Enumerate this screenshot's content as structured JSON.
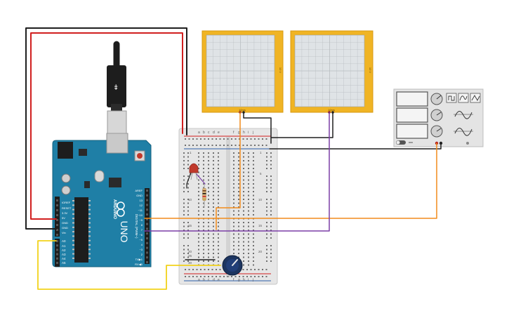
{
  "arduino": {
    "brand": "ARDUINO",
    "model": "UNO",
    "digital_header": "DIGITAL (PWM~)",
    "right_pins": [
      "AREF",
      "GND",
      "13",
      "12",
      "~11",
      "~10",
      "~9",
      "8",
      "7",
      "~6",
      "~5",
      "4",
      "~3",
      "2",
      "TX▶1",
      "RX◀0"
    ],
    "power_pins": [
      "IOREF",
      "RESET",
      "3.3V",
      "5V",
      "GND",
      "GND",
      "Vin"
    ],
    "analog_pins": [
      "A0",
      "A1",
      "A2",
      "A3",
      "A4",
      "A5"
    ]
  },
  "breadboard": {
    "columns": [
      "a",
      "b",
      "c",
      "d",
      "e",
      "f",
      "g",
      "h",
      "i",
      "j"
    ],
    "row_numbers": [
      "1",
      "5",
      "10",
      "15",
      "20",
      "25",
      "30"
    ]
  },
  "oscilloscopes": [
    {
      "time_label": "10ms",
      "side_label": "10 V"
    },
    {
      "time_label": "10ms",
      "side_label": "10 V"
    }
  ],
  "function_generator": {
    "waveforms": [
      "square-wave-icon",
      "triangle-wave-icon",
      "sine-wave-icon"
    ]
  },
  "colors": {
    "wire_black": "#1f1f1f",
    "wire_red": "#d11f1f",
    "wire_orange": "#f28c1b",
    "wire_purple": "#7b3fa6",
    "wire_yellow": "#f2d21b",
    "arduino_teal": "#1f7fa6",
    "scope_frame": "#f0b424"
  }
}
